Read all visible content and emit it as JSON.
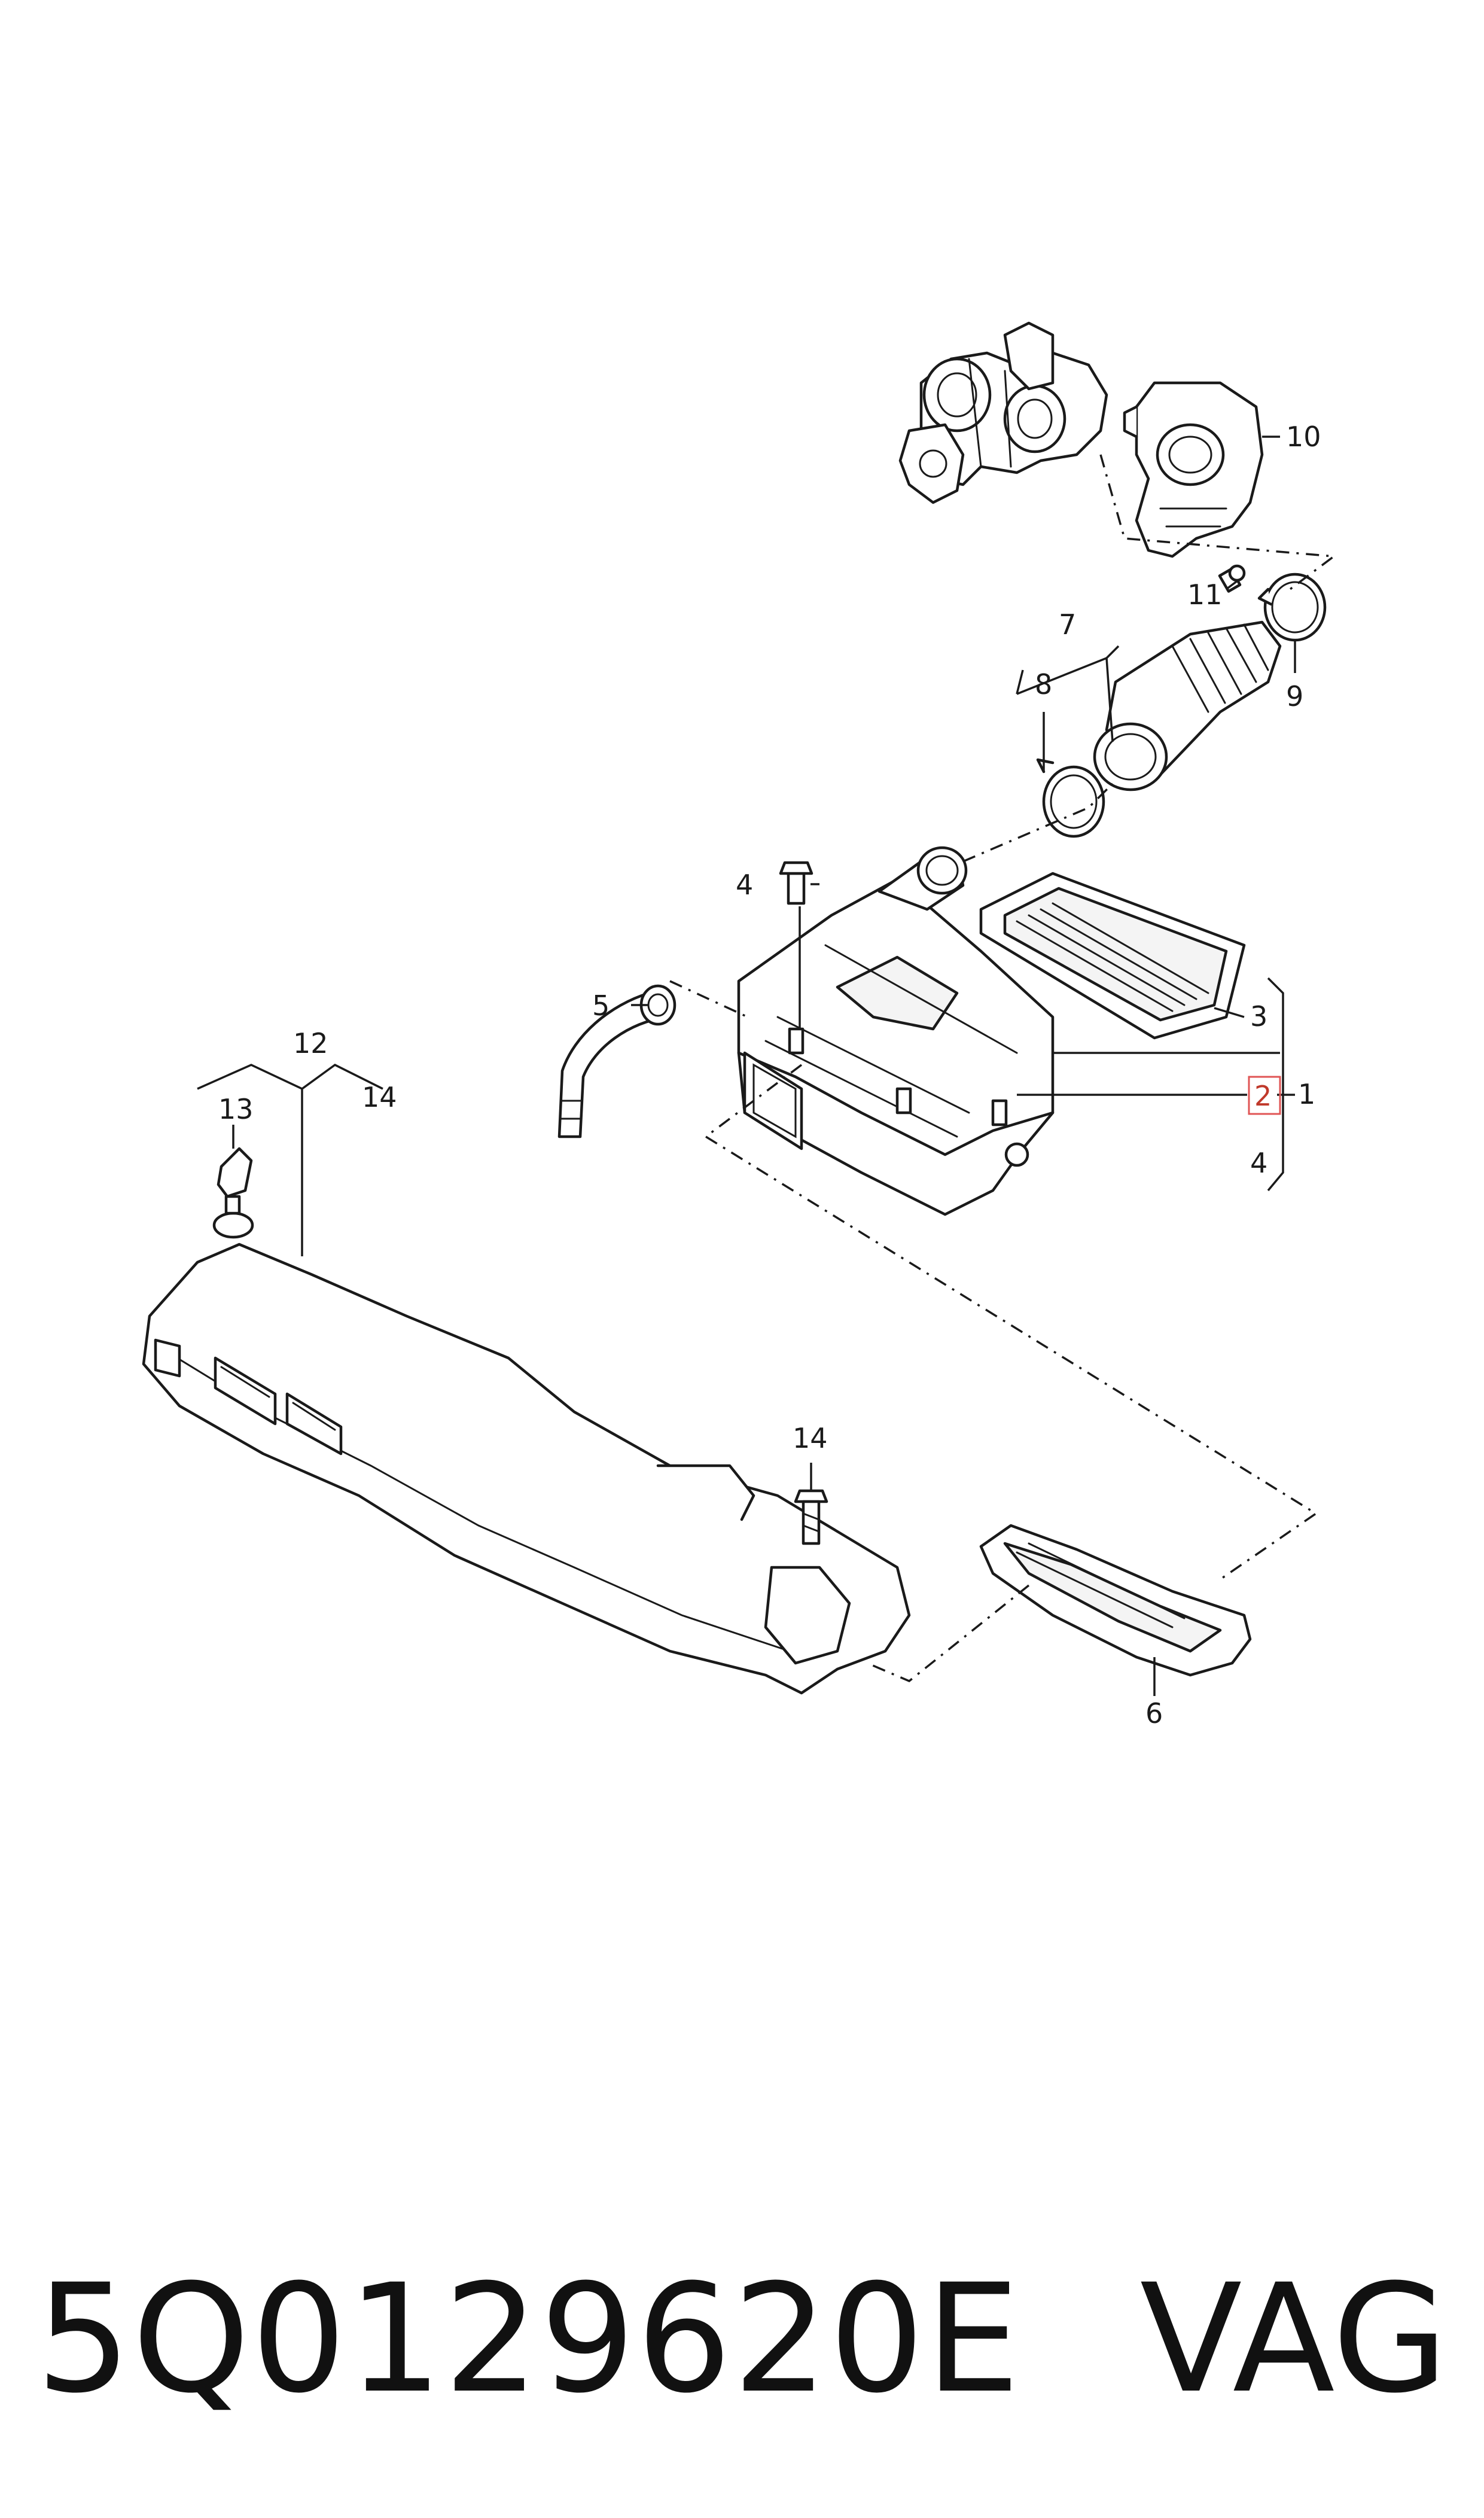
{
  "diagram": {
    "callouts": {
      "c1": "1",
      "c2": "2",
      "c3": "3",
      "c4a": "4",
      "c4b": "4",
      "c5": "5",
      "c6": "6",
      "c7": "7",
      "c8": "8",
      "c9": "9",
      "c10": "10",
      "c11": "11",
      "c12": "12",
      "c13": "13",
      "c14a": "14",
      "c14b": "14"
    },
    "highlighted_callout": "2",
    "highlight_color": "#e05555"
  },
  "footer": {
    "part_number": "5Q0129620E",
    "brand": "VAG"
  }
}
